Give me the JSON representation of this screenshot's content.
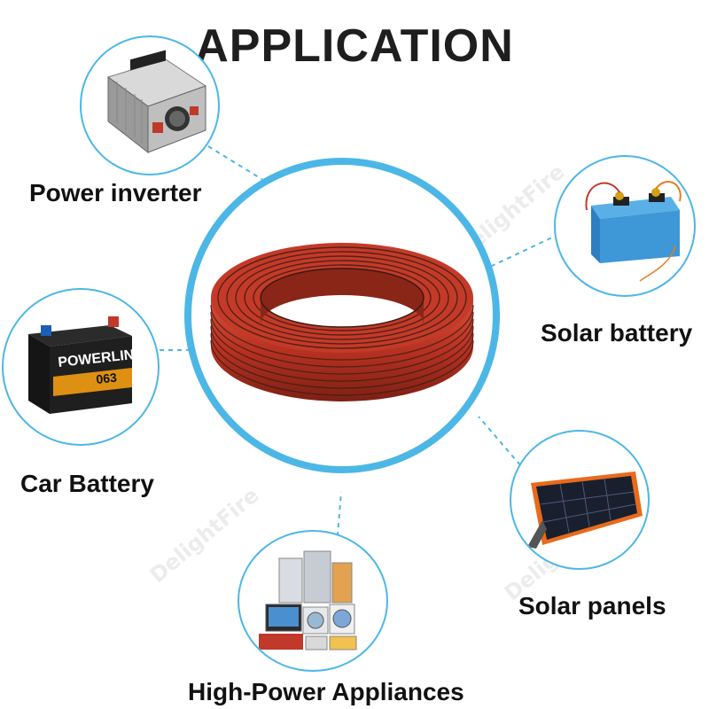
{
  "header": {
    "title": "APPLICATION"
  },
  "theme": {
    "accent": "#4cb7e6",
    "cable_red": "#c43a28",
    "cable_dark": "#2a1a16"
  },
  "applications": [
    {
      "label": "Power inverter",
      "icon": "power-inverter"
    },
    {
      "label": "Solar battery",
      "icon": "solar-battery"
    },
    {
      "label": "Car Battery",
      "icon": "car-battery"
    },
    {
      "label": "Solar panels",
      "icon": "solar-panel"
    },
    {
      "label": "High-Power Appliances",
      "icon": "home-appliances"
    }
  ],
  "car_battery_brand": "POWERLINE",
  "car_battery_model": "063",
  "watermark": "DelightFire"
}
